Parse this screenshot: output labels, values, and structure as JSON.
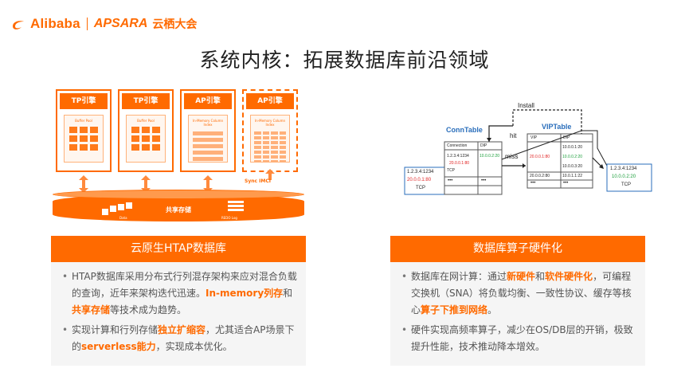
{
  "header": {
    "brand": "Alibaba",
    "sub_brand": "APSARA",
    "event": "云栖大会",
    "accent_color": "#ff6a00"
  },
  "slide_title": "系统内核：拓展数据库前沿领域",
  "left_diagram": {
    "engines": [
      {
        "label": "TP引擎",
        "caption": "Buffer\nPool"
      },
      {
        "label": "TP引擎",
        "caption": "Buffer\nPool"
      },
      {
        "label": "AP引擎",
        "caption": "In-Memory\nColumn Index"
      },
      {
        "label": "AP引擎",
        "caption": "In-Memory\nColumn Index"
      }
    ],
    "sync_label": "Sync IMCI",
    "storage_label": "共享存储",
    "data_label": "Data",
    "redo_label": "REDO Log"
  },
  "right_diagram": {
    "conn_table": "ConnTable",
    "vip_table": "VIPTable",
    "install": "Install",
    "hit": "hit",
    "miss": "miss",
    "client_packet": {
      "src": "1.2.3.4:1234",
      "dst": "20.0.0.1:80",
      "proto": "TCP"
    },
    "conn_headers": [
      "Connection",
      "DIP"
    ],
    "conn_row": {
      "connection": "1.2.3.4:1234",
      "arrow_dst": "20.0.0.1:80",
      "proto": "TCP",
      "dip": "10.0.0.2:20"
    },
    "vip_headers": [
      "VIP",
      "DIP"
    ],
    "vip_rows": [
      {
        "vip": "20.0.0.1:80",
        "dips": [
          "10.0.0.1:20",
          "10.0.0.2:20",
          "10.0.0.3:20"
        ]
      },
      {
        "vip": "20.0.0.2:80",
        "dips": [
          "10.0.1.1:22"
        ]
      }
    ],
    "out_packet": {
      "src": "1.2.3.4:1234",
      "dst": "10.0.0.2:20",
      "proto": "TCP"
    },
    "dots": "•••"
  },
  "card_left": {
    "title": "云原生HTAP数据库",
    "bullet1": {
      "t1": "HTAP数据库采用分布式行列混存架构来应对混合负载的查询，近年来架构迭代迅速。",
      "h1": "In-memory列存",
      "t2": "和",
      "h2": "共享存储",
      "t3": "等技术成为趋势。"
    },
    "bullet2": {
      "t1": "实现计算和行列存储",
      "h1": "独立扩缩容",
      "t2": "，尤其适合AP场景下的",
      "h2": "serverless能力",
      "t3": "，实现成本优化。"
    }
  },
  "card_right": {
    "title": "数据库算子硬件化",
    "bullet1": {
      "t1": "数据库在网计算：通过",
      "h1": "新硬件",
      "t2": "和",
      "h2": "软件硬件化",
      "t3": "，可编程交换机（SNA）将负载均衡、一致性协议、缓存等核心",
      "h3": "算子下推到网络",
      "t4": "。"
    },
    "bullet2": {
      "t1": "硬件实现高频率算子，减少在OS/DB层的开销，极致提升性能，技术推动降本增效。"
    }
  }
}
